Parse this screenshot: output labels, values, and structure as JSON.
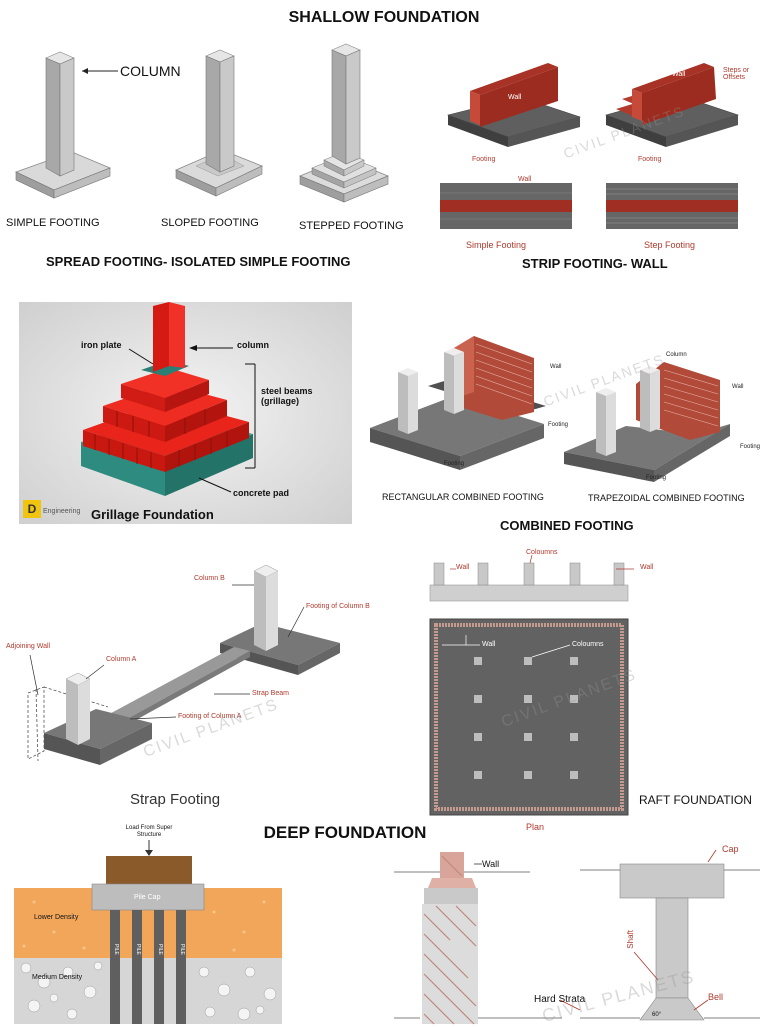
{
  "title_shallow": "SHALLOW FOUNDATION",
  "title_deep": "DEEP FOUNDATION",
  "spread": {
    "column_label": "COLUMN",
    "captions": [
      "SIMPLE FOOTING",
      "SLOPED FOOTING",
      "STEPPED FOOTING"
    ],
    "section_title": "SPREAD FOOTING- ISOLATED SIMPLE FOOTING"
  },
  "strip": {
    "wall": "Wall",
    "steps": "Steps or Offsets",
    "footing": "Footing",
    "simple_caption": "Simple Footing",
    "step_caption": "Step Footing",
    "section_title": "STRIP  FOOTING- WALL"
  },
  "grillage": {
    "iron_plate": "iron plate",
    "column": "column",
    "steel_beams": "steel beams (grillage)",
    "concrete_pad": "concrete pad",
    "logo": "Engineering",
    "caption": "Grillage Foundation"
  },
  "combined": {
    "wall": "Wall",
    "column": "Column",
    "footing": "Footing",
    "rect_caption": "RECTANGULAR COMBINED FOOTING",
    "trap_caption": "TRAPEZOIDAL COMBINED FOOTING",
    "section_title": "COMBINED FOOTING"
  },
  "strap": {
    "column_b": "Column B",
    "footing_b": "Footing of Column B",
    "adjoining_wall": "Adjoining Wall",
    "column_a": "Column A",
    "strap_beam": "Strap Beam",
    "footing_a": "Footing of Column A",
    "caption": "Strap Footing"
  },
  "raft": {
    "wall": "Wall",
    "columns": "Coloumns",
    "plan": "Plan",
    "caption": "RAFT FOUNDATION"
  },
  "pile": {
    "load": "Load From Super Structure",
    "pile_cap": "Pile Cap",
    "lower_density": "Lower Density",
    "medium_density": "Medium Density",
    "pile": "PILE"
  },
  "pier": {
    "wall": "Wall",
    "hard_strata": "Hard Strata",
    "cap": "Cap",
    "shaft": "Shaft",
    "bell": "Bell",
    "angle": "60°"
  },
  "watermark": "CIVIL PLANETS"
}
